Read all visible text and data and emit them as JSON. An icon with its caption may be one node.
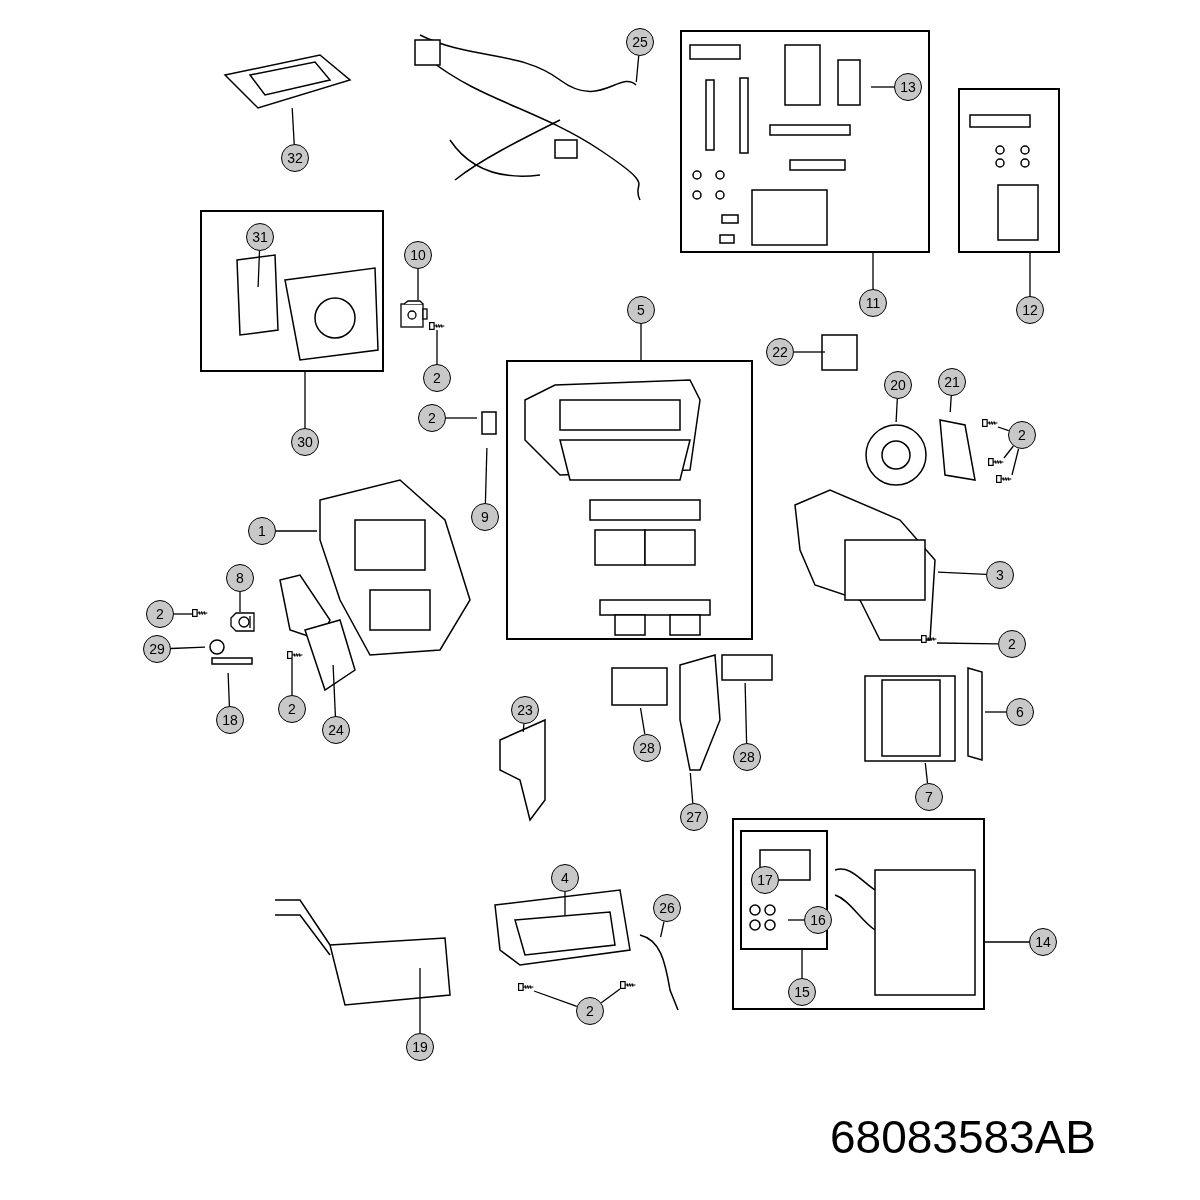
{
  "diagram": {
    "nodes": [
      {
        "text": [
          "25"
        ]
      },
      {
        "text": [],
        "shape": "box"
      },
      {
        "text": [
          "13"
        ],
        "in": 1
      },
      {
        "text": [
          "32"
        ]
      },
      {
        "text": [],
        "shape": "box"
      },
      {
        "text": [],
        "shape": "box"
      },
      {
        "text": [
          "31"
        ],
        "in": 5
      },
      {
        "text": [
          "10"
        ]
      },
      {
        "text": [
          "11"
        ]
      },
      {
        "text": [
          "12"
        ]
      },
      {
        "text": [
          "5"
        ]
      },
      {
        "text": [],
        "shape": "box"
      },
      {
        "text": [
          "22"
        ]
      },
      {
        "text": [
          "2"
        ]
      },
      {
        "text": [
          "20"
        ]
      },
      {
        "text": [
          "21"
        ]
      },
      {
        "text": [
          "2"
        ]
      },
      {
        "text": [
          "2"
        ]
      },
      {
        "text": [
          "30"
        ]
      },
      {
        "text": [
          "9"
        ]
      },
      {
        "text": [
          "1"
        ]
      },
      {
        "text": [
          "3"
        ]
      },
      {
        "text": [
          "8"
        ]
      },
      {
        "text": [
          "2"
        ]
      },
      {
        "text": [
          "29"
        ]
      },
      {
        "text": [
          "2"
        ]
      },
      {
        "text": [
          "23"
        ]
      },
      {
        "text": [
          "28"
        ]
      },
      {
        "text": [
          "28"
        ]
      },
      {
        "text": [
          "6"
        ]
      },
      {
        "text": [
          "18"
        ]
      },
      {
        "text": [
          "2"
        ]
      },
      {
        "text": [
          "24"
        ]
      },
      {
        "text": [
          "7"
        ]
      },
      {
        "text": [
          "27"
        ]
      },
      {
        "text": [],
        "shape": "box"
      },
      {
        "text": [],
        "shape": "box",
        "in": 35
      },
      {
        "text": [
          "17"
        ],
        "in": 36
      },
      {
        "text": [
          "16"
        ],
        "in": 36
      },
      {
        "text": [
          "4"
        ]
      },
      {
        "text": [
          "26"
        ]
      },
      {
        "text": [
          "14"
        ]
      },
      {
        "text": [
          "15"
        ],
        "in": 35
      },
      {
        "text": [
          "2"
        ]
      },
      {
        "text": [
          "19"
        ]
      },
      {
        "text": [],
        "shape": "picture"
      },
      {
        "text": [],
        "shape": "picture"
      },
      {
        "text": [],
        "shape": "picture"
      },
      {
        "text": [],
        "shape": "picture"
      },
      {
        "text": [],
        "shape": "picture"
      },
      {
        "text": [],
        "shape": "picture"
      },
      {
        "text": [],
        "shape": "picture"
      },
      {
        "text": [],
        "shape": "picture"
      },
      {
        "text": [],
        "shape": "picture"
      },
      {
        "text": [],
        "shape": "picture"
      },
      {
        "text": [],
        "shape": "picture"
      }
    ],
    "edges": [
      {
        "from": 0,
        "to": null,
        "arrow": "none"
      },
      {
        "from": 2,
        "to": null,
        "arrow": "none"
      },
      {
        "from": 3,
        "to": null,
        "arrow": "none"
      },
      {
        "from": 6,
        "to": null,
        "arrow": "none"
      },
      {
        "from": 7,
        "to": 45,
        "arrow": "none"
      },
      {
        "from": 8,
        "to": 1,
        "arrow": "none"
      },
      {
        "from": 9,
        "to": 4,
        "arrow": "none"
      },
      {
        "from": 10,
        "to": 11,
        "arrow": "none"
      },
      {
        "from": 12,
        "to": null,
        "arrow": "none"
      },
      {
        "from": 13,
        "to": 46,
        "arrow": "none"
      },
      {
        "from": 14,
        "to": null,
        "arrow": "none"
      },
      {
        "from": 15,
        "to": null,
        "arrow": "none"
      },
      {
        "from": 16,
        "to": 47,
        "arrow": "none"
      },
      {
        "from": 16,
        "to": 48,
        "arrow": "none"
      },
      {
        "from": 16,
        "to": 49,
        "arrow": "none"
      },
      {
        "from": 17,
        "to": null,
        "arrow": "none"
      },
      {
        "from": 18,
        "to": 5,
        "arrow": "none"
      },
      {
        "from": 19,
        "to": null,
        "arrow": "none"
      },
      {
        "from": 20,
        "to": null,
        "arrow": "none"
      },
      {
        "from": 21,
        "to": null,
        "arrow": "none"
      },
      {
        "from": 22,
        "to": 55,
        "arrow": "none"
      },
      {
        "from": 23,
        "to": 50,
        "arrow": "none"
      },
      {
        "from": 24,
        "to": null,
        "arrow": "none"
      },
      {
        "from": 25,
        "to": 51,
        "arrow": "none"
      },
      {
        "from": 26,
        "to": null,
        "arrow": "none"
      },
      {
        "from": 27,
        "to": null,
        "arrow": "none"
      },
      {
        "from": 28,
        "to": null,
        "arrow": "none"
      },
      {
        "from": 29,
        "to": null,
        "arrow": "none"
      },
      {
        "from": 30,
        "to": null,
        "arrow": "none"
      },
      {
        "from": 31,
        "to": 52,
        "arrow": "none"
      },
      {
        "from": 32,
        "to": null,
        "arrow": "none"
      },
      {
        "from": 33,
        "to": null,
        "arrow": "none"
      },
      {
        "from": 34,
        "to": null,
        "arrow": "none"
      },
      {
        "from": 38,
        "to": null,
        "arrow": "none"
      },
      {
        "from": 39,
        "to": null,
        "arrow": "none"
      },
      {
        "from": 40,
        "to": null,
        "arrow": "none"
      },
      {
        "from": 41,
        "to": 35,
        "arrow": "none"
      },
      {
        "from": 42,
        "to": 36,
        "arrow": "none"
      },
      {
        "from": 43,
        "to": 53,
        "arrow": "none"
      },
      {
        "from": 43,
        "to": 54,
        "arrow": "none"
      },
      {
        "from": 44,
        "to": null,
        "arrow": "none"
      }
    ],
    "labels": [
      "68083583AB"
    ]
  }
}
